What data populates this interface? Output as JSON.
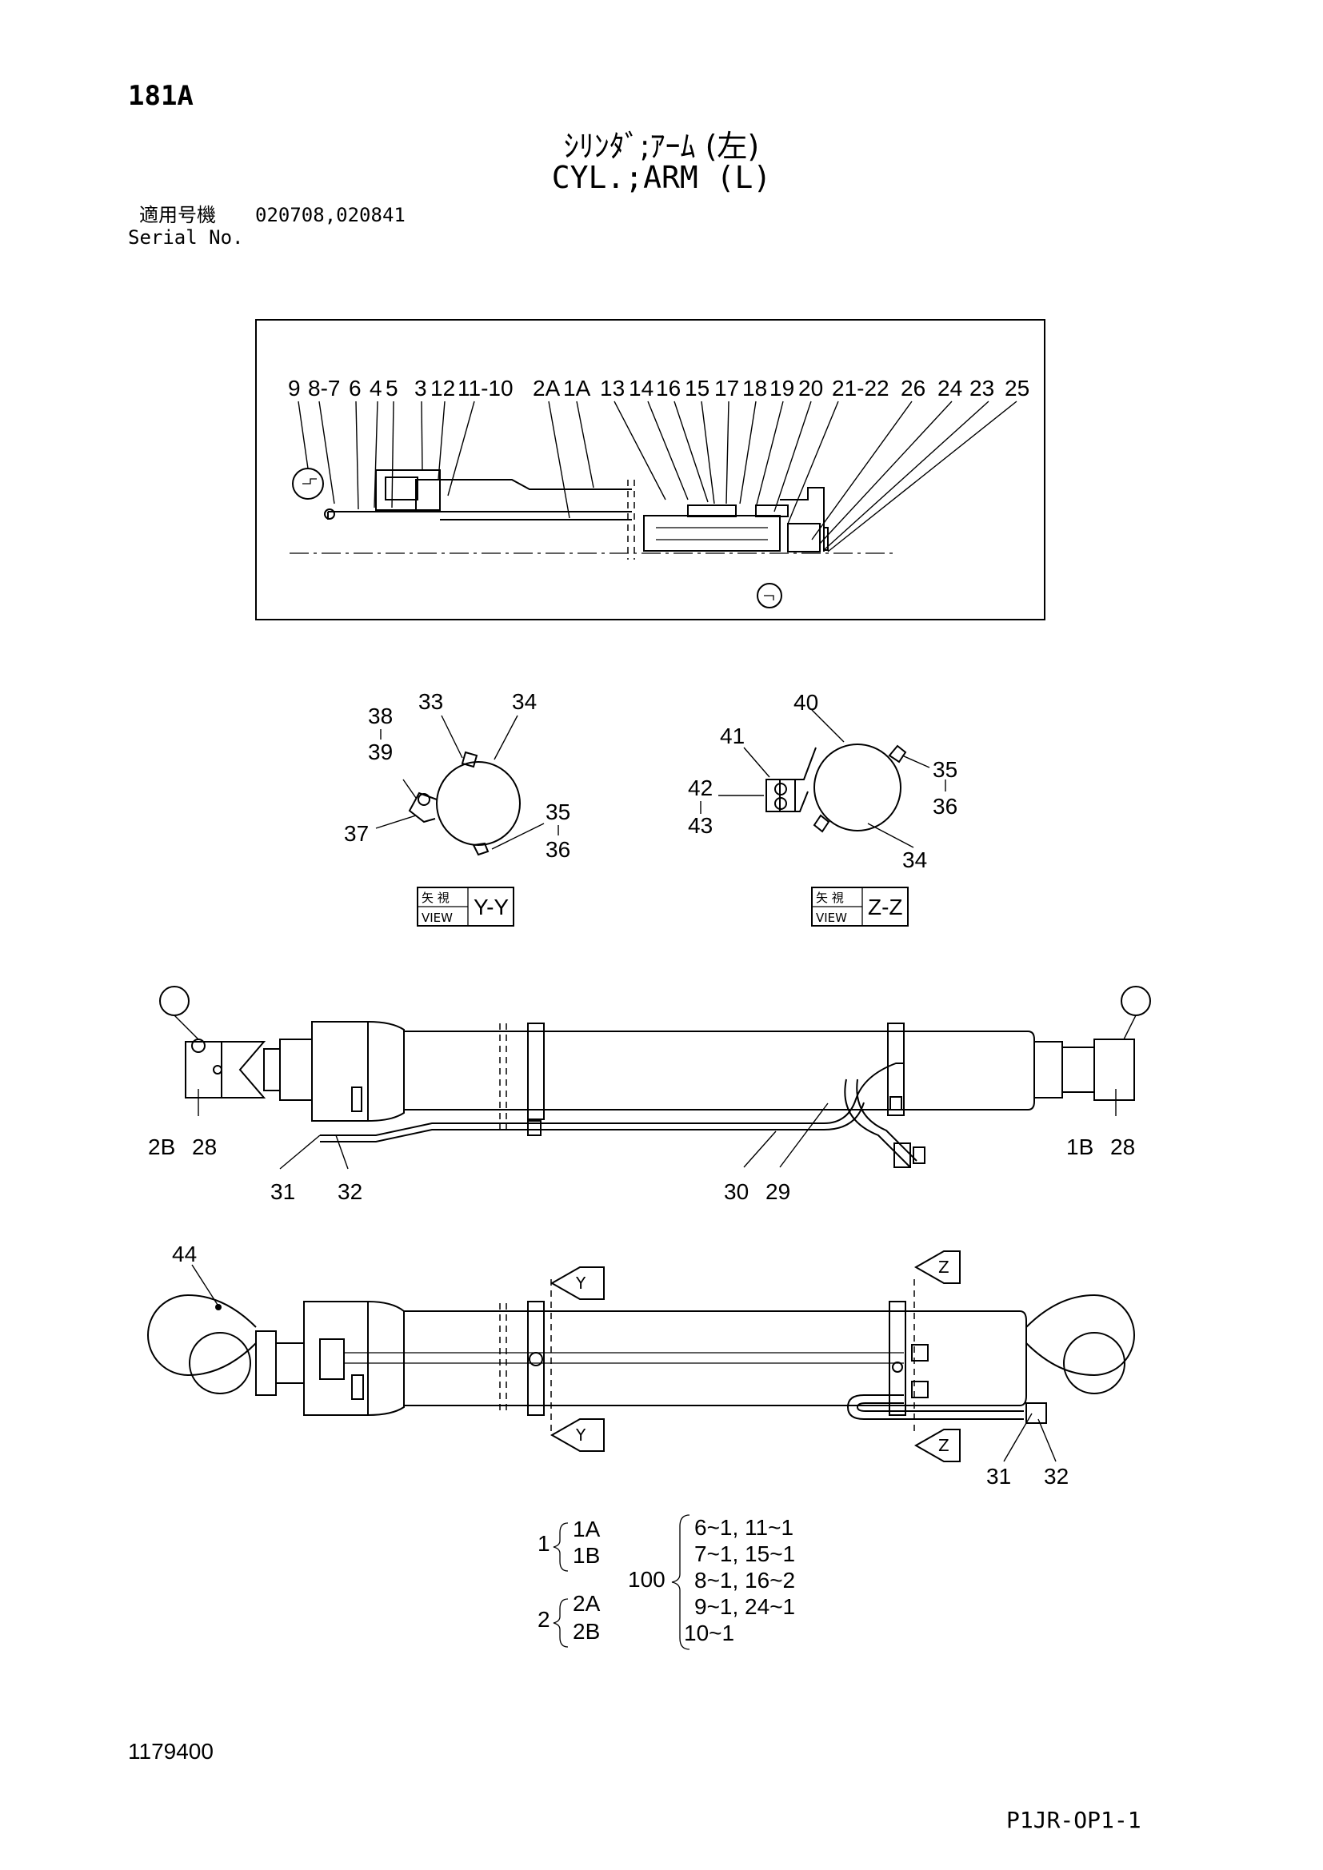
{
  "header": {
    "page_code": "181A",
    "title_jp": "ｼﾘﾝﾀﾞ;ｱｰﾑ (左)",
    "title_en": "CYL.;ARM (L)",
    "serial_label_jp": "適用号機",
    "serial_values": "020708,020841",
    "serial_label_en": "Serial No."
  },
  "section_view": {
    "callouts": [
      "9",
      "8-7",
      "6",
      "4",
      "5",
      "3",
      "12",
      "11-10",
      "2A",
      "1A",
      "13",
      "14",
      "16",
      "15",
      "17",
      "18",
      "19",
      "20",
      "21-22",
      "26",
      "24",
      "23",
      "25"
    ]
  },
  "view_y": {
    "label_jp": "矢 視",
    "label_en": "VIEW",
    "view_id": "Y-Y",
    "callouts": [
      "33",
      "34",
      "38",
      "39",
      "37",
      "35",
      "36"
    ]
  },
  "view_z": {
    "label_jp": "矢 視",
    "label_en": "VIEW",
    "view_id": "Z-Z",
    "callouts": [
      "40",
      "41",
      "35",
      "36",
      "42",
      "43",
      "34"
    ]
  },
  "side_view": {
    "callouts": [
      "2B",
      "28",
      "1B",
      "28",
      "31",
      "32",
      "30",
      "29"
    ]
  },
  "top_view": {
    "callouts": [
      "44",
      "31",
      "32"
    ],
    "marker_y": "Y",
    "marker_z": "Z"
  },
  "parts_table": {
    "group1_num": "1",
    "group1_items": [
      "1A",
      "1B"
    ],
    "group2_num": "2",
    "group2_items": [
      "2A",
      "2B"
    ],
    "group100_num": "100",
    "group100_items": [
      "6~1, 11~1",
      "7~1, 15~1",
      "8~1, 16~2",
      "9~1, 24~1",
      "10~1"
    ]
  },
  "footer": {
    "doc_number": "1179400",
    "sheet_ref": "P1JR-OP1-1"
  }
}
